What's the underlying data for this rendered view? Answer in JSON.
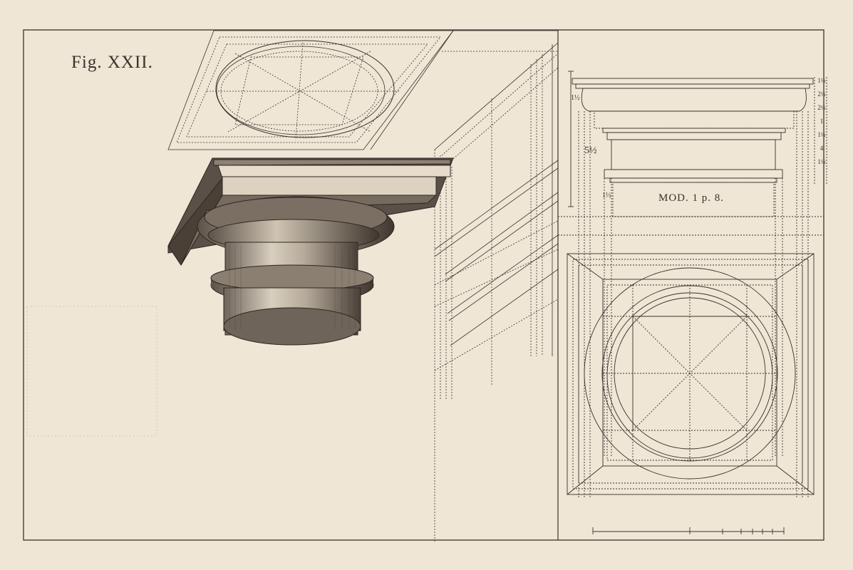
{
  "figure": {
    "title": "Fig. XXII.",
    "module_label": "MOD. 1 p. 8."
  },
  "dimensions": {
    "left_top": "1½",
    "left_mid": "5½",
    "left_low": "1½",
    "right_scale": [
      "1½",
      "2½",
      "2½",
      "1",
      "1½",
      "4",
      "1½"
    ]
  },
  "colors": {
    "paper": "#efe6d6",
    "ink": "#3a322a"
  }
}
